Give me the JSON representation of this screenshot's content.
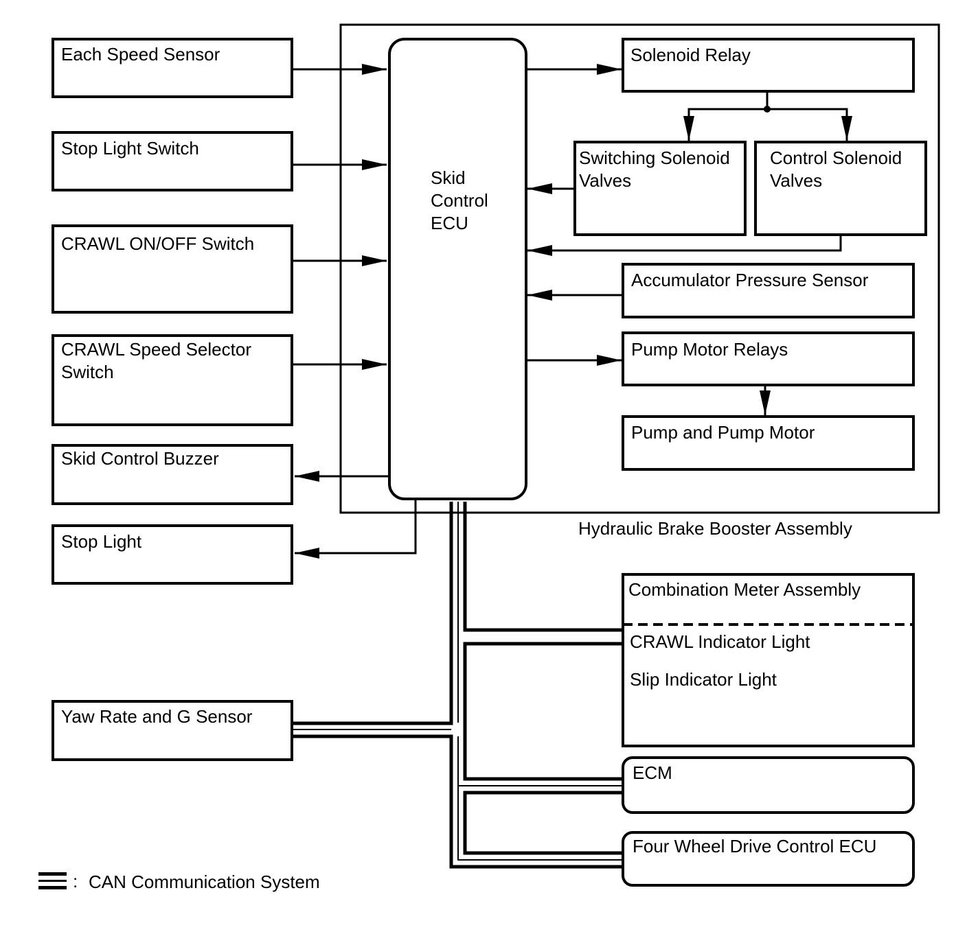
{
  "inputs": {
    "each_speed_sensor": "Each Speed Sensor",
    "stop_light_switch": "Stop Light Switch",
    "crawl_onoff_switch": "CRAWL ON/OFF Switch",
    "crawl_speed_selector": [
      "CRAWL Speed Selector",
      "Switch"
    ]
  },
  "outputs": {
    "skid_control_buzzer": "Skid Control Buzzer",
    "stop_light": "Stop Light"
  },
  "ecu": {
    "label": [
      "Skid",
      "Control",
      "ECU"
    ]
  },
  "booster": {
    "assembly_label": "Hydraulic Brake Booster Assembly",
    "solenoid_relay": "Solenoid Relay",
    "switching_solenoid_valves": [
      "Switching Solenoid",
      "Valves"
    ],
    "control_solenoid_valves": [
      "Control Solenoid",
      "Valves"
    ],
    "accumulator_pressure_sensor": "Accumulator Pressure Sensor",
    "pump_motor_relays": "Pump Motor Relays",
    "pump_and_pump_motor": "Pump and Pump Motor"
  },
  "can": {
    "yaw_rate_g_sensor": "Yaw Rate and G Sensor",
    "combination_meter": "Combination Meter Assembly",
    "crawl_indicator": "CRAWL Indicator Light",
    "slip_indicator": "Slip Indicator Light",
    "ecm": "ECM",
    "four_wheel_drive_ecu": "Four Wheel Drive Control ECU"
  },
  "legend": {
    "separator": ":",
    "text": "CAN Communication System"
  }
}
